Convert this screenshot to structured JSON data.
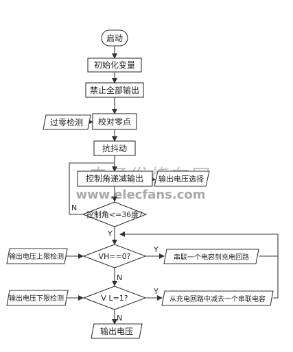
{
  "nodes": {
    "start": "启动",
    "init": "初始化变量",
    "disable": "禁止全部输出",
    "zero_check": "过零检测",
    "calibrate": "校对零点",
    "debounce": "抗抖动",
    "angle_output": "控制角递减输出",
    "output_select": "输出电压选择",
    "angle_decision": "控制角<=36度?",
    "upper_detect": "输出电压上限检测",
    "vh_decision": "VH==0?",
    "series_add": "串联一个电容到充电回路",
    "lower_detect": "输出电压下限检测",
    "vl_decision": "V L=1?",
    "series_remove": "从充电回路中减去一个串联电容",
    "output_voltage": "输出电压"
  },
  "edge_labels": {
    "angle_no": "N",
    "angle_yes": "Y",
    "vh_yes": "Y",
    "vh_no": "N",
    "vl_yes": "Y",
    "vl_no": "N"
  },
  "watermark": {
    "text": "电子发烧友网",
    "url": "www.elecfans.com"
  }
}
